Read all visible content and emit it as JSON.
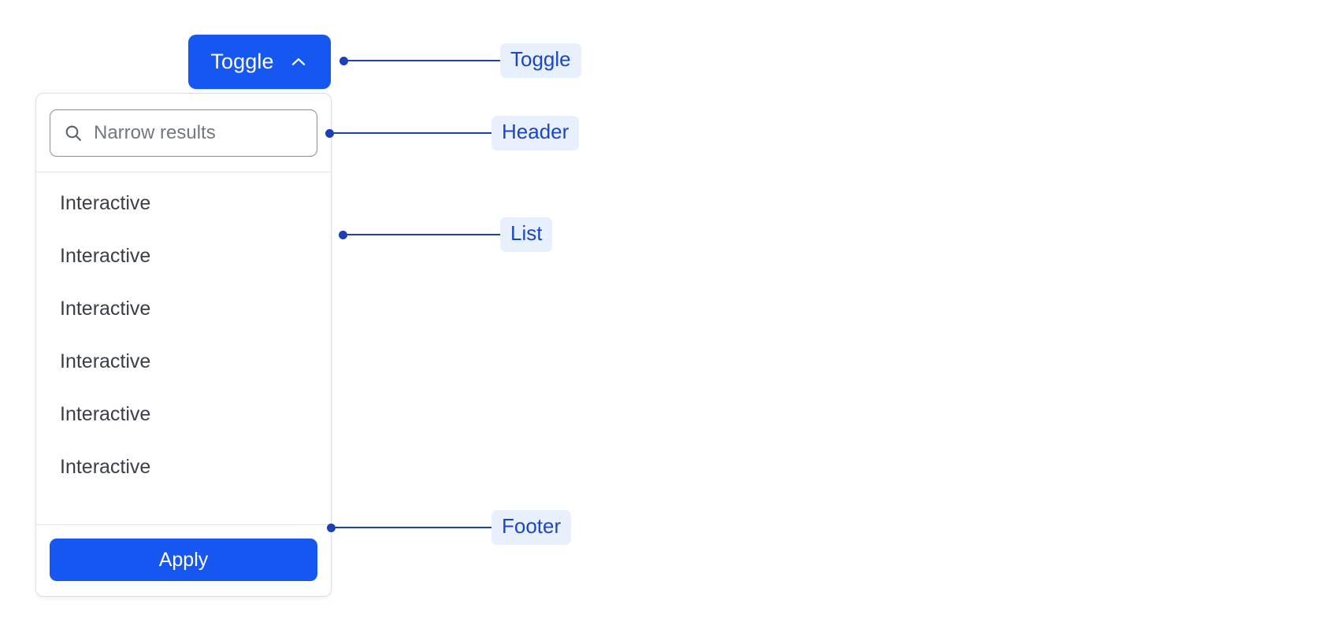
{
  "toggle": {
    "label": "Toggle",
    "icon": "chevron-up-icon",
    "expanded": true,
    "background_color": "#1557f0",
    "text_color": "#ffffff"
  },
  "panel": {
    "header": {
      "search": {
        "icon": "search-icon",
        "placeholder": "Narrow results",
        "value": ""
      }
    },
    "list": {
      "items": [
        {
          "label": "Interactive"
        },
        {
          "label": "Interactive"
        },
        {
          "label": "Interactive"
        },
        {
          "label": "Interactive"
        },
        {
          "label": "Interactive"
        },
        {
          "label": "Interactive"
        }
      ]
    },
    "footer": {
      "apply_label": "Apply"
    },
    "border_color": "#dcdfe4",
    "background_color": "#ffffff"
  },
  "annotations": [
    {
      "id": "toggle",
      "label": "Toggle"
    },
    {
      "id": "header",
      "label": "Header"
    },
    {
      "id": "list",
      "label": "List"
    },
    {
      "id": "footer",
      "label": "Footer"
    }
  ],
  "annotation_style": {
    "pill_background": "#e9f0fd",
    "pill_text_color": "#1a46c4",
    "line_color": "#1d3fb5"
  }
}
